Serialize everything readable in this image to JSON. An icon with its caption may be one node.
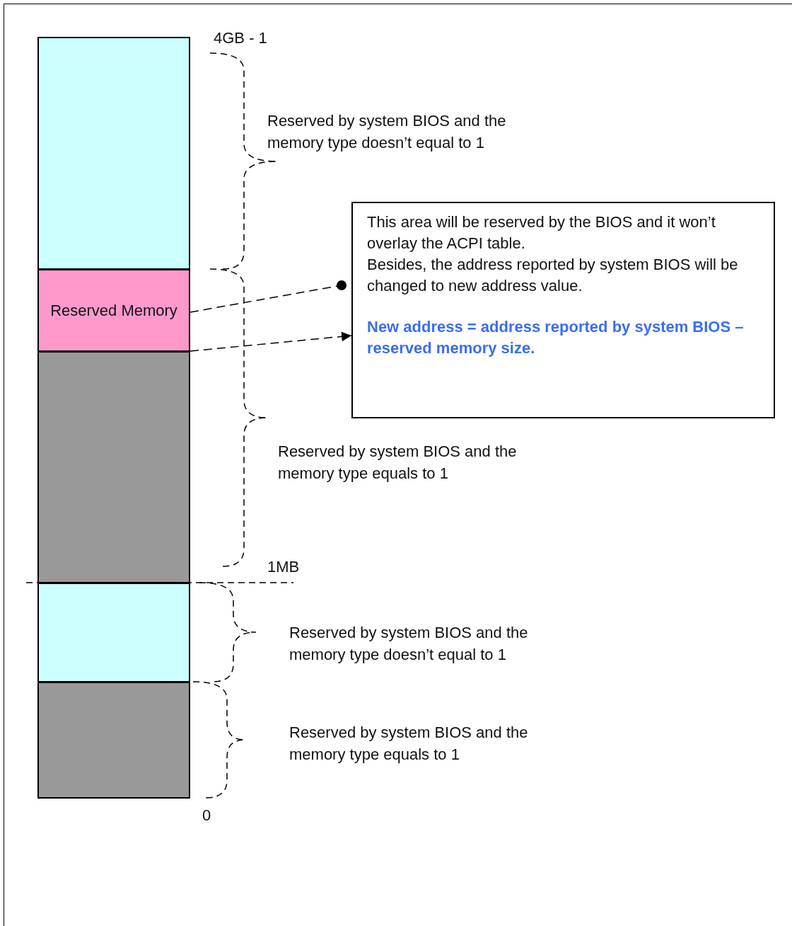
{
  "diagram": {
    "nodes": [
      {
        "text": [],
        "shape": "box"
      },
      {
        "text": [
          "Reserved Memory"
        ]
      },
      {
        "text": [],
        "shape": "box"
      },
      {
        "text": [],
        "shape": "box"
      },
      {
        "text": [],
        "shape": "box"
      },
      {
        "text": [
          "This area will be reserved by the BIOS and it won’t overlay the ACPI table.",
          "Besides, the address reported by system BIOS will be changed to new address value.",
          "New address = address reported by system BIOS – reserved memory size."
        ]
      }
    ],
    "edges": [
      {
        "from": 1,
        "to": 5,
        "arrow": "other",
        "style": "dashed"
      },
      {
        "from": 1,
        "to": 5,
        "arrow": "to",
        "style": "dashed"
      }
    ],
    "labels": [
      "4GB - 1",
      "Reserved by system BIOS and the memory type doesn’t equal to 1",
      "Reserved by system BIOS and the memory type equals to 1",
      "1MB",
      "Reserved by system BIOS and the memory type doesn’t equal to 1",
      "Reserved by system BIOS and the memory type equals to 1",
      "0"
    ]
  }
}
